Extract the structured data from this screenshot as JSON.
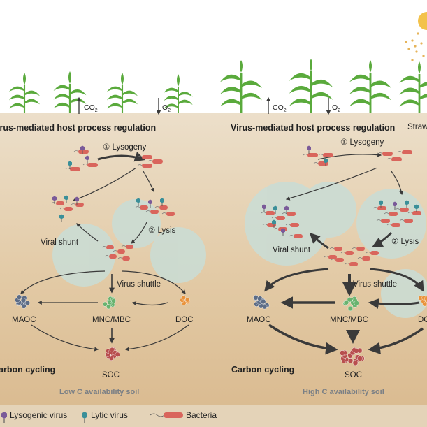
{
  "left_panel": {
    "gas_co2": "CO",
    "gas_o2": "O",
    "gas_sub": "2",
    "title": "irus-mediated host process regulation",
    "lysogeny": "① Lysogeny",
    "lysis": "② Lysis",
    "viral_shunt": "Viral shunt",
    "virus_shuttle": "Virus shuttle",
    "maoc": "MAOC",
    "mnc_mbc": "MNC/MBC",
    "doc": "DOC",
    "soc": "SOC",
    "carbon_cycling": "arbon cycling",
    "soil_label": "Low C availability soil"
  },
  "right_panel": {
    "gas_co2": "CO",
    "gas_o2": "O",
    "gas_sub": "2",
    "title": "Virus-mediated host process regulation",
    "straw": "Straw",
    "lysogeny": "① Lysogeny",
    "lysis": "② Lysis",
    "viral_shunt": "Viral shunt",
    "virus_shuttle": "Virus shuttle",
    "maoc": "MAOC",
    "mnc_mbc": "MNC/MBC",
    "doc": "DO",
    "soc": "SOC",
    "carbon_cycling": "Carbon cycling",
    "soil_label": "High C availability soil"
  },
  "legend": {
    "lysogenic": "Lysogenic virus",
    "lytic": "Lytic virus",
    "bacteria": "Bacteria"
  },
  "colors": {
    "sky": "#ffffff",
    "soil_top": "#e9dcc6",
    "soil_bottom": "#d9b98e",
    "plant": "#5aaa3c",
    "gear": "#c7dcd6",
    "bacteria": "#d9655c",
    "lysogenic_virus": "#7a5a99",
    "lytic_virus": "#3a8f99",
    "maoc_dots": "#5c6c86",
    "mnc_dots": "#69b36f",
    "doc_dots": "#e9933c",
    "soc_dots": "#b84e4e"
  }
}
